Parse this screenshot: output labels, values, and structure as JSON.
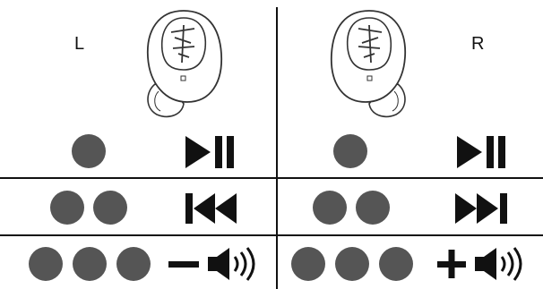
{
  "sides": {
    "left": {
      "label": "L"
    },
    "right": {
      "label": "R"
    }
  },
  "rows": [
    {
      "taps": 1,
      "left_action": "play-pause-icon",
      "right_action": "play-pause-icon"
    },
    {
      "taps": 2,
      "left_action": "previous-track-icon",
      "right_action": "next-track-icon"
    },
    {
      "taps": 3,
      "left_action": "volume-down-icon",
      "right_action": "volume-up-icon"
    }
  ],
  "colors": {
    "tap_dot": "#555555",
    "icon": "#111111",
    "earbud_outline": "#333333"
  }
}
